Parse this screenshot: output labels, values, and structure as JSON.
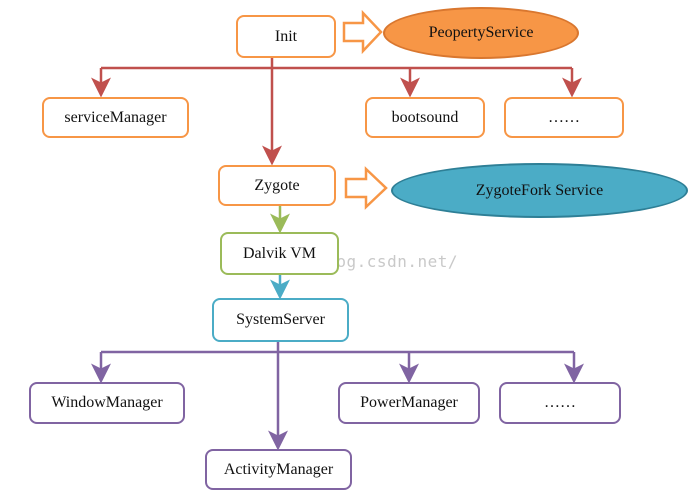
{
  "nodes": {
    "init": "Init",
    "property_service": "PeopertyService",
    "service_manager": "serviceManager",
    "bootsound": "bootsound",
    "ellipsis_top": "……",
    "zygote": "Zygote",
    "zygote_fork_service": "ZygoteFork Service",
    "dalvik_vm": "Dalvik VM",
    "system_server": "SystemServer",
    "window_manager": "WindowManager",
    "power_manager": "PowerManager",
    "ellipsis_bottom": "……",
    "activity_manager": "ActivityManager"
  },
  "watermark": "/blog.csdn.net/",
  "colors": {
    "orange": "#f79646",
    "red_arrow": "#c0504d",
    "green": "#9bbb59",
    "blue": "#4bacc6",
    "purple": "#8064a2",
    "teal": "#4bacc6"
  }
}
